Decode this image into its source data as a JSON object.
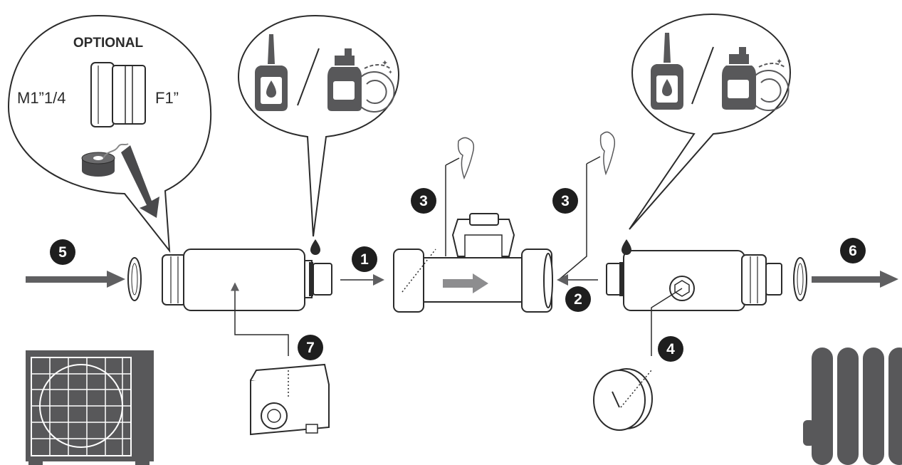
{
  "callout": {
    "optional_label": "OPTIONAL",
    "male_thread_label": "M1”1/4",
    "female_thread_label": "F1”"
  },
  "steps": [
    "1",
    "2",
    "3",
    "3",
    "4",
    "5",
    "6",
    "7"
  ],
  "icons": {
    "oil_bottle": "oil-bottle-icon",
    "dish_soap": "dish-soap-icon",
    "outdoor_unit": "heat-pump-unit-icon",
    "radiator": "radiator-icon",
    "pressure_gauge": "pressure-gauge-icon",
    "sensor": "sensor-module-icon"
  },
  "colors": {
    "dark": "#58585a",
    "line": "#2b2b2b",
    "arrow": "#5f5f61",
    "badge": "#1e1e1e",
    "device_fill": "#ffffff"
  }
}
